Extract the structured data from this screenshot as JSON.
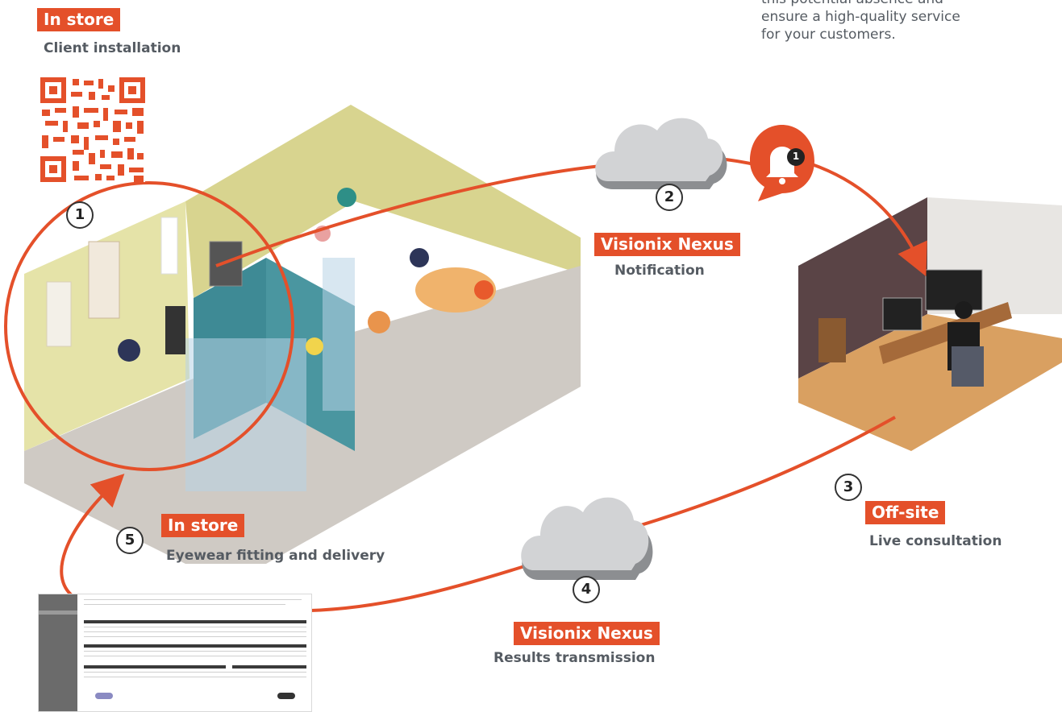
{
  "intro": {
    "line1": "this potential absence and",
    "line2": "ensure a high-quality service",
    "line3": "for your customers."
  },
  "steps": {
    "client_install": {
      "tag": "In store",
      "caption": "Client installation"
    },
    "notification": {
      "number": "2",
      "tag": "Visionix Nexus",
      "caption": "Notification"
    },
    "consultation": {
      "number": "3",
      "tag": "Off-site",
      "caption": "Live consultation"
    },
    "transmission": {
      "number": "4",
      "tag": "Visionix Nexus",
      "caption": "Results transmission"
    },
    "delivery": {
      "number": "5",
      "tag": "In store",
      "caption": "Eyewear fitting and delivery"
    },
    "start": {
      "number": "1"
    }
  },
  "notification_badge": "1",
  "icons": [
    "qr-code-icon",
    "cloud-icon",
    "bell-icon"
  ],
  "colors": {
    "accent": "#e4502a",
    "text": "#555b62",
    "cloud": "#bfc1c3"
  }
}
